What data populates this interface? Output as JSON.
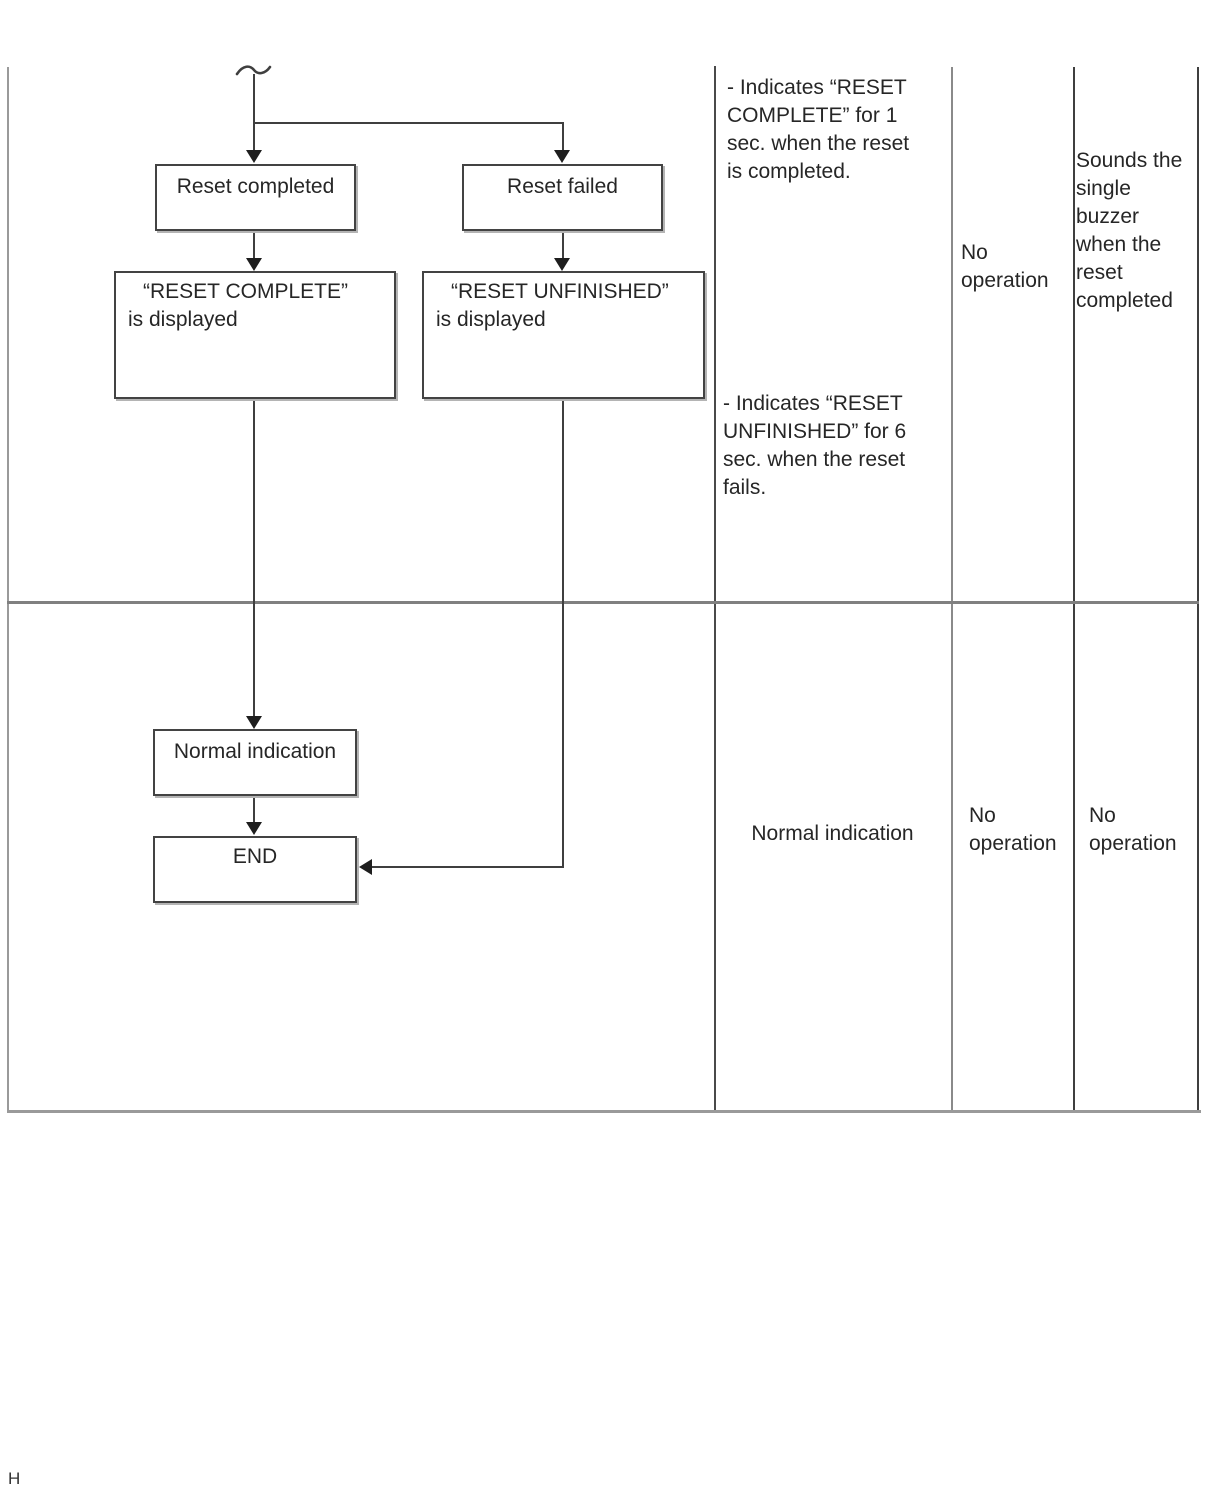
{
  "flow": {
    "reset_completed": "Reset completed",
    "reset_failed": "Reset failed",
    "reset_complete_displayed": "“RESET COMPLETE”\nis displayed",
    "reset_unfinished_displayed": "“RESET UNFINISHED”\nis displayed",
    "normal_indication": "Normal indication",
    "end": "END"
  },
  "table": {
    "display_row1_note_complete": "- Indicates “RESET COMPLETE” for 1 sec. when the reset is completed.",
    "display_row1_note_unfinished": "- Indicates “RESET UNFINISHED” for 6 sec. when the reset fails.",
    "display_row2": "Normal indication",
    "operation_col1_row1": "No operation",
    "operation_col1_row2": "No operation",
    "operation_col2_row1": "Sounds the single buzzer when the reset completed",
    "operation_col2_row2": "No operation"
  },
  "footer": {
    "page_mark": "H"
  },
  "colors": {
    "flow_line": "#3f3f3f",
    "arrowhead": "#1e1e1e",
    "table_outer_border": "#9a9a9a",
    "table_divider_dark": "#3f3f3f",
    "table_divider_gray": "#8a8a8a",
    "row_divider": "#808080",
    "text": "#262626",
    "background": "#ffffff"
  }
}
